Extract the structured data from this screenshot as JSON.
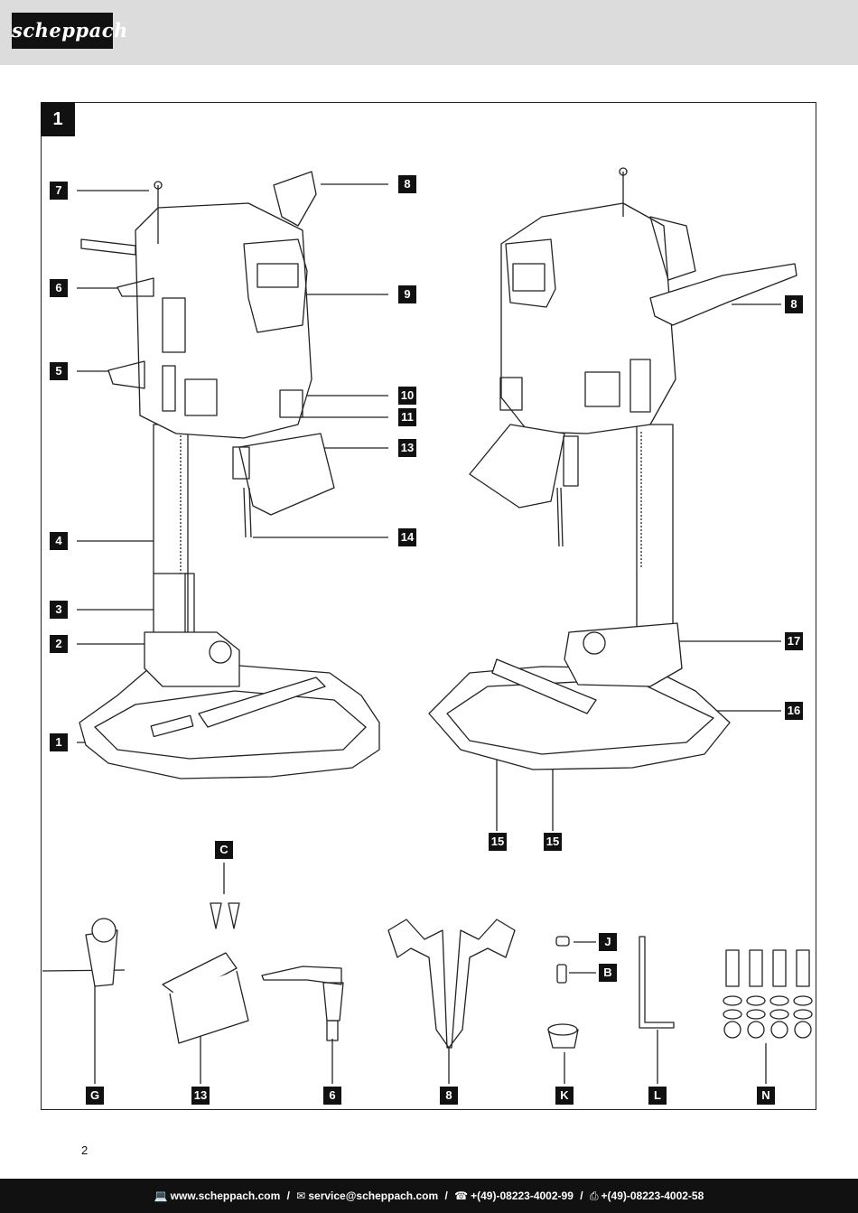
{
  "header": {
    "brand": "scheppach"
  },
  "figure": {
    "number": "1",
    "labels": {
      "l1": "1",
      "l2": "2",
      "l3": "3",
      "l4": "4",
      "l5": "5",
      "l6": "6",
      "l7": "7",
      "l8a": "8",
      "l8b": "8",
      "l9": "9",
      "l10": "10",
      "l11": "11",
      "l13": "13",
      "l14": "14",
      "l15a": "15",
      "l15b": "15",
      "l16": "16",
      "l17": "17",
      "lC": "C",
      "lJ": "J",
      "lB": "B",
      "lG": "G",
      "l13b": "13",
      "l6b": "6",
      "l8c": "8",
      "lK": "K",
      "lL": "L",
      "lN": "N"
    }
  },
  "page_number": "2",
  "footer": {
    "web_icon": "monitor-icon",
    "web": "www.scheppach.com",
    "mail_icon": "mail-icon",
    "mail": "service@scheppach.com",
    "phone_icon": "phone-icon",
    "phone": "+(49)-08223-4002-99",
    "fax_icon": "fax-icon",
    "fax": "+(49)-08223-4002-58",
    "separator": "/"
  }
}
